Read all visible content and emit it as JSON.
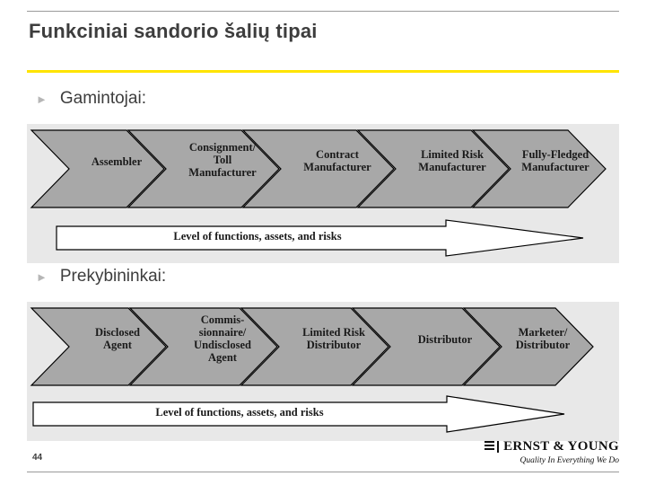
{
  "slide": {
    "title": "Funkciniai sandorio šalių tipai",
    "page_number": "44",
    "accent_color": "#ffe400",
    "shape_fill": "#a8a8a8",
    "band_fill": "#e8e8e8"
  },
  "bullets": [
    {
      "marker": "►",
      "label": "Gamintojai:"
    },
    {
      "marker": "►",
      "label": "Prekybininkai:"
    }
  ],
  "diagrams": [
    {
      "name": "manufacturers",
      "chevrons": [
        {
          "lines": [
            "Assembler"
          ]
        },
        {
          "lines": [
            "Consignment/",
            "Toll",
            "Manufacturer"
          ]
        },
        {
          "lines": [
            "Contract",
            "Manufacturer"
          ]
        },
        {
          "lines": [
            "Limited Risk",
            "Manufacturer"
          ]
        },
        {
          "lines": [
            "Fully-Fledged",
            "Manufacturer"
          ]
        }
      ],
      "axis_label": "Level of functions, assets, and risks"
    },
    {
      "name": "traders",
      "chevrons": [
        {
          "lines": [
            "Disclosed",
            "Agent"
          ]
        },
        {
          "lines": [
            "Commis-",
            "sionnaire/",
            "Undisclosed",
            "Agent"
          ]
        },
        {
          "lines": [
            "Limited Risk",
            "Distributor"
          ]
        },
        {
          "lines": [
            "Distributor"
          ]
        },
        {
          "lines": [
            "Marketer/",
            "Distributor"
          ]
        }
      ],
      "axis_label": "Level of functions, assets, and risks"
    }
  ],
  "footer": {
    "logo_name": "ERNST & YOUNG",
    "tagline": "Quality In Everything We Do"
  }
}
